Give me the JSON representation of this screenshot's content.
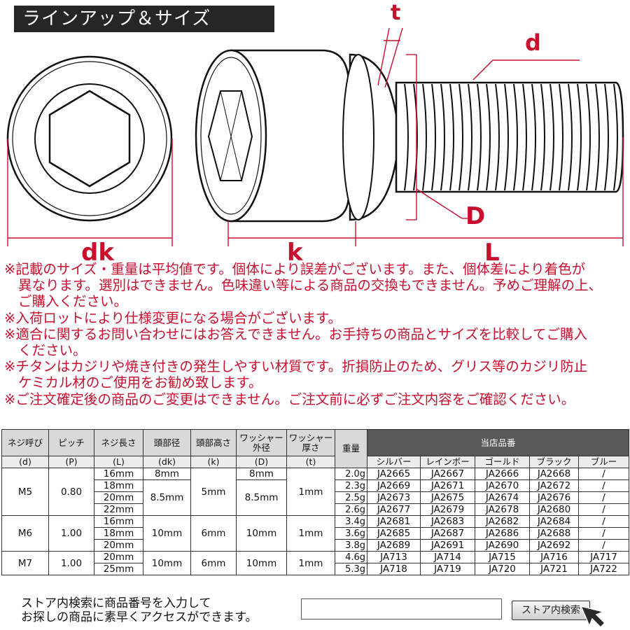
{
  "header": {
    "title": "ラインアップ＆サイズ"
  },
  "diagram": {
    "labels": {
      "t": "t",
      "d": "d",
      "D": "D",
      "dk": "dk",
      "k": "k",
      "L": "L"
    }
  },
  "notes": [
    "※記載のサイズ・重量は平均値です。個体により誤差がございます。また、個体差により着色が",
    "異なります。選別はできません。色味違い等による商品の交換もできません。予めご理解の上、",
    "ご購入ください。",
    "※入荷ロットにより仕様変更になる場合がございます。",
    "※適合に関するお問い合わせにはお答えできません。お手持ちの商品とサイズを比較してご購入",
    "ください。",
    "※チタンはカジリや焼き付きの発生しやすい材質です。折損防止のため、グリス等のカジリ防止",
    "ケミカル材のご使用をお勧め致します。",
    "※ご注文確定後の商品のご変更はできません。ご注文前に必ずご注文内容をご確認ください。"
  ],
  "table": {
    "headers": [
      "ネジ呼び",
      "ピッチ",
      "ネジ長さ",
      "頭部径",
      "頭部高さ",
      "ワッシャー外径",
      "ワッシャー厚さ",
      "重量",
      "当店品番"
    ],
    "header_split": {
      "washer_od": [
        "ワッシャー",
        "外径"
      ],
      "washer_t": [
        "ワッシャー",
        "厚さ"
      ]
    },
    "subheaders": [
      "(d)",
      "(P)",
      "(L)",
      "(dk)",
      "(k)",
      "(D)",
      "(t)"
    ],
    "colors": [
      "シルバー",
      "レインボー",
      "ゴールド",
      "ブラック",
      "ブルー"
    ],
    "groups": [
      {
        "size": "M5",
        "pitch": "0.80",
        "dk": "8.5mm",
        "k": "5mm",
        "D": "8.5mm",
        "t": "1mm",
        "rows": [
          {
            "L": "16mm",
            "w": "2.0g",
            "codes": [
              "JA2665",
              "JA2667",
              "JA2666",
              "JA2668",
              "/"
            ]
          },
          {
            "L": "18mm",
            "w": "2.3g",
            "codes": [
              "JA2669",
              "JA2671",
              "JA2670",
              "JA2672",
              "/"
            ]
          },
          {
            "L": "20mm",
            "w": "2.5g",
            "codes": [
              "JA2673",
              "JA2675",
              "JA2674",
              "JA2676",
              "/"
            ]
          },
          {
            "L": "22mm",
            "w": "2.6g",
            "codes": [
              "JA2677",
              "JA2679",
              "JA2678",
              "JA2680",
              "/"
            ]
          }
        ],
        "first_row": {
          "dk": "8mm",
          "D": "8mm"
        }
      },
      {
        "size": "M6",
        "pitch": "1.00",
        "dk": "10mm",
        "k": "6mm",
        "D": "10mm",
        "t": "1mm",
        "rows": [
          {
            "L": "16mm",
            "w": "3.4g",
            "codes": [
              "JA2681",
              "JA2683",
              "JA2682",
              "JA2684",
              "/"
            ]
          },
          {
            "L": "18mm",
            "w": "3.6g",
            "codes": [
              "JA2685",
              "JA2687",
              "JA2686",
              "JA2688",
              "/"
            ]
          },
          {
            "L": "20mm",
            "w": "3.8g",
            "codes": [
              "JA2689",
              "JA2691",
              "JA2690",
              "JA2692",
              "/"
            ]
          }
        ]
      },
      {
        "size": "M7",
        "pitch": "1.00",
        "dk": "10mm",
        "k": "6mm",
        "D": "10mm",
        "t": "1mm",
        "rows": [
          {
            "L": "20mm",
            "w": "4.6g",
            "codes": [
              "JA713",
              "JA714",
              "JA715",
              "JA716",
              "JA717"
            ]
          },
          {
            "L": "25mm",
            "w": "5.3g",
            "codes": [
              "JA718",
              "JA719",
              "JA720",
              "JA721",
              "JA722"
            ]
          }
        ]
      }
    ]
  },
  "search": {
    "note_line1": "ストア内検索に商品番号を入力して",
    "note_line2": "お探しの商品に素早くアクセスができます。",
    "button_label": "ストア内検索",
    "input_value": ""
  },
  "colors": {
    "accent_red": "#c8102e",
    "banner_bg": "#262626",
    "header_dark": "#595959"
  }
}
